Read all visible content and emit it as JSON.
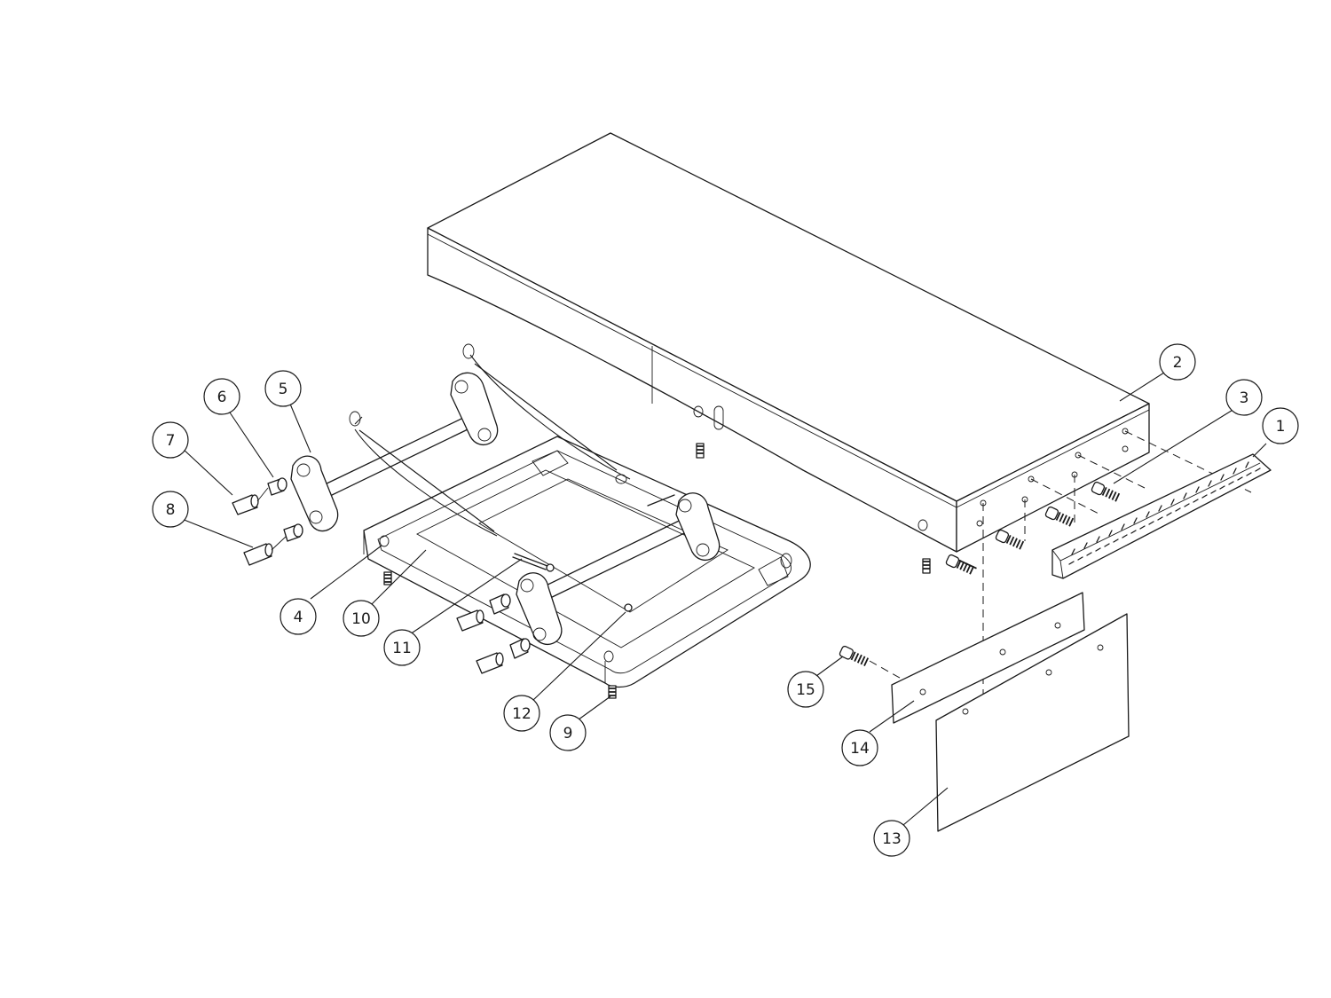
{
  "balloons": [
    {
      "label": "1"
    },
    {
      "label": "2"
    },
    {
      "label": "3"
    },
    {
      "label": "4"
    },
    {
      "label": "5"
    },
    {
      "label": "6"
    },
    {
      "label": "7"
    },
    {
      "label": "8"
    },
    {
      "label": "9"
    },
    {
      "label": "10"
    },
    {
      "label": "11"
    },
    {
      "label": "12"
    },
    {
      "label": "13"
    },
    {
      "label": "14"
    },
    {
      "label": "15"
    }
  ]
}
